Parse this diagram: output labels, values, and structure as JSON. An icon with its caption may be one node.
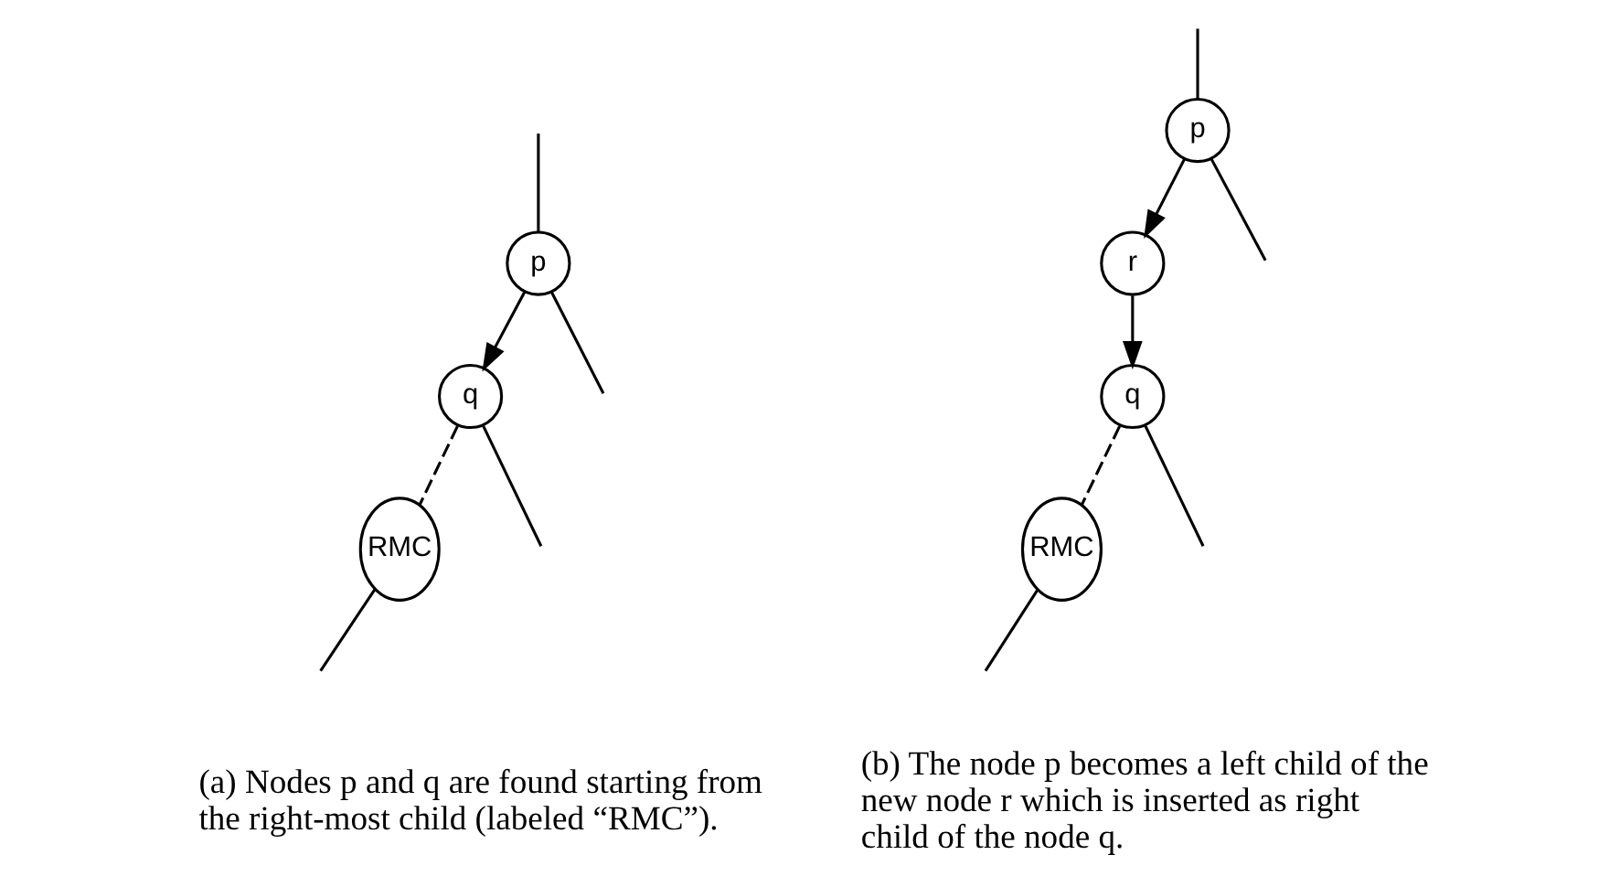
{
  "diagram": {
    "nodes": [
      {
        "text": [
          "p"
        ]
      },
      {
        "text": [
          "q"
        ]
      },
      {
        "text": [
          "RMC"
        ]
      },
      {
        "text": [
          "p"
        ]
      },
      {
        "text": [
          "r"
        ]
      },
      {
        "text": [
          "q"
        ]
      },
      {
        "text": [
          "RMC"
        ]
      }
    ],
    "edges": [
      {
        "from": null,
        "to": 0,
        "arrow": "none"
      },
      {
        "from": 0,
        "to": null,
        "arrow": "none"
      },
      {
        "from": 0,
        "to": 1,
        "arrow": "to"
      },
      {
        "from": 1,
        "to": null,
        "arrow": "none"
      },
      {
        "from": 1,
        "to": 2,
        "arrow": "none",
        "style": "dashed"
      },
      {
        "from": 2,
        "to": null,
        "arrow": "none"
      },
      {
        "from": null,
        "to": 3,
        "arrow": "none"
      },
      {
        "from": 3,
        "to": null,
        "arrow": "none"
      },
      {
        "from": 3,
        "to": 4,
        "arrow": "to"
      },
      {
        "from": 4,
        "to": 5,
        "arrow": "to"
      },
      {
        "from": 5,
        "to": null,
        "arrow": "none"
      },
      {
        "from": 5,
        "to": 6,
        "arrow": "none",
        "style": "dashed"
      },
      {
        "from": 6,
        "to": null,
        "arrow": "none"
      }
    ],
    "labels": [
      "(a) Nodes p and q are found starting from the right-most child (labeled “RMC”).",
      "(b) The node p becomes a left child of the new node r which is inserted as right child of the node q."
    ]
  }
}
